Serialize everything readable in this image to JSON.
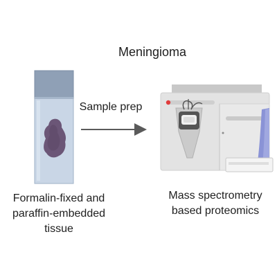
{
  "diagram": {
    "title": "Meningioma",
    "arrow_label": "Sample prep",
    "left_caption": {
      "line1": "Formalin-fixed and",
      "line2": "paraffin-embedded",
      "line3": "tissue"
    },
    "right_caption": {
      "line1": "Mass spectrometry",
      "line2": "based proteomics"
    },
    "icons": {
      "slide": "tissue-slide-icon",
      "instrument": "mass-spectrometer-icon",
      "arrow": "arrow-right-icon"
    },
    "colors": {
      "slide_frosted": "#8b9db3",
      "slide_glass": "#c5d3e3",
      "tissue": "#6b5573",
      "instrument_body": "#e2e2e2",
      "instrument_accent": "#8a94d8",
      "indicator": "#e03c3c",
      "arrow": "#555555"
    }
  }
}
